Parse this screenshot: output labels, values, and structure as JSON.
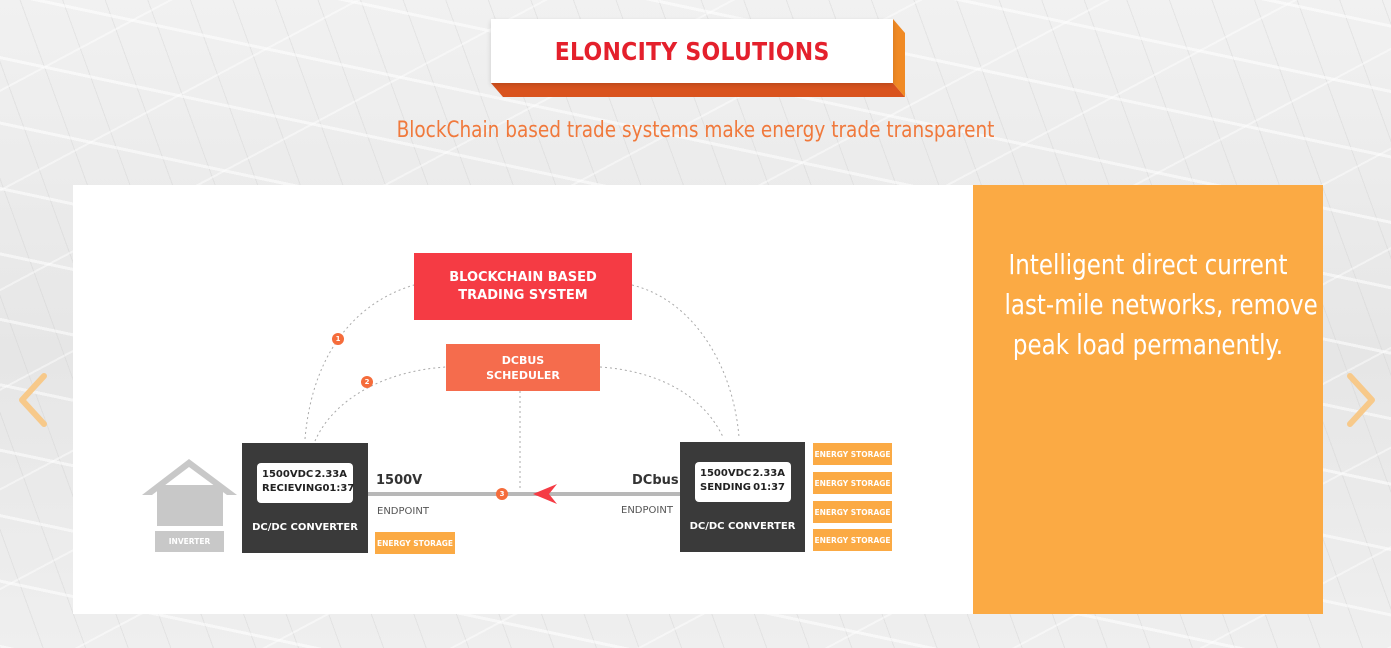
{
  "header": {
    "title": "ELONCITY SOLUTIONS",
    "subtitle": "BlockChain based trade systems make energy trade transparent"
  },
  "slide": {
    "caption_lines": [
      "Intelligent direct current",
      "last-mile networks, remove",
      "peak load permanently."
    ],
    "diagram": {
      "blockchain_box": [
        "BLOCKCHAIN BASED",
        "TRADING SYSTEM"
      ],
      "scheduler_box": [
        "DCBUS",
        "SCHEDULER"
      ],
      "left_converter": {
        "voltage": "1500VDC",
        "current": "2.33A",
        "status": "RECIEVING",
        "time": "01:37",
        "label": "DC/DC CONVERTER"
      },
      "right_converter": {
        "voltage": "1500VDC",
        "current": "2.33A",
        "status": "SENDING",
        "time": "01:37",
        "label": "DC/DC CONVERTER"
      },
      "line_left_label": "1500V",
      "line_right_label": "DCbus",
      "endpoint_label": "ENDPOINT",
      "inverter_label": "INVERTER",
      "energy_storage_label": "ENERGY STORAGE",
      "step_badges": [
        "1",
        "2",
        "3"
      ]
    }
  },
  "colors": {
    "title_red": "#e4202c",
    "subtitle_orange": "#f0793c",
    "caption_bg": "#fbaa44",
    "blockchain_red": "#f53b44",
    "scheduler_orange": "#f56c4d",
    "converter_dark": "#3a3a3a"
  },
  "navigation": {
    "prev_icon": "chevron-left-icon",
    "next_icon": "chevron-right-icon"
  }
}
